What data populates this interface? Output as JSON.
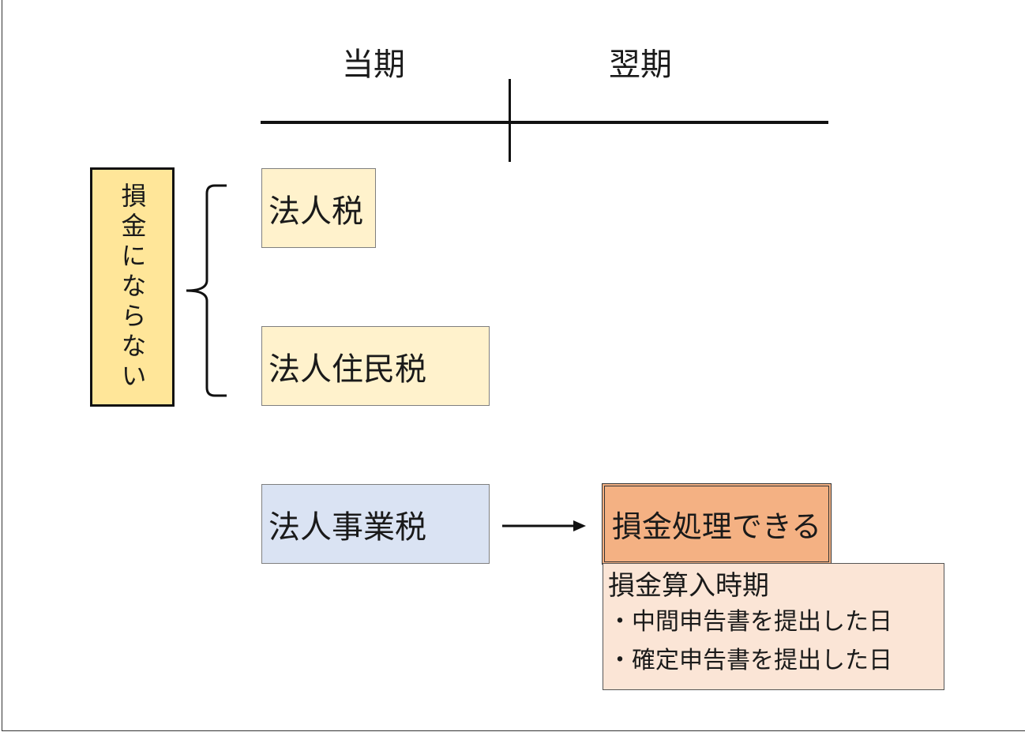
{
  "periods": {
    "current": "当期",
    "next": "翌期"
  },
  "non_deductible_label": "損金にならない",
  "taxes": {
    "corporate_tax": "法人税",
    "resident_tax": "法人住民税",
    "business_tax": "法人事業税"
  },
  "deductible_label": "損金処理できる",
  "timing": {
    "heading": "損金算入時期",
    "items": [
      "・中間申告書を提出した日",
      "・確定申告書を提出した日"
    ]
  },
  "colors": {
    "tax_box_yellow": "#fff2cc",
    "label_yellow": "#ffe699",
    "business_tax_blue": "#dae3f3",
    "deductible_orange": "#f4b183",
    "timing_peach": "#fbe5d6"
  }
}
